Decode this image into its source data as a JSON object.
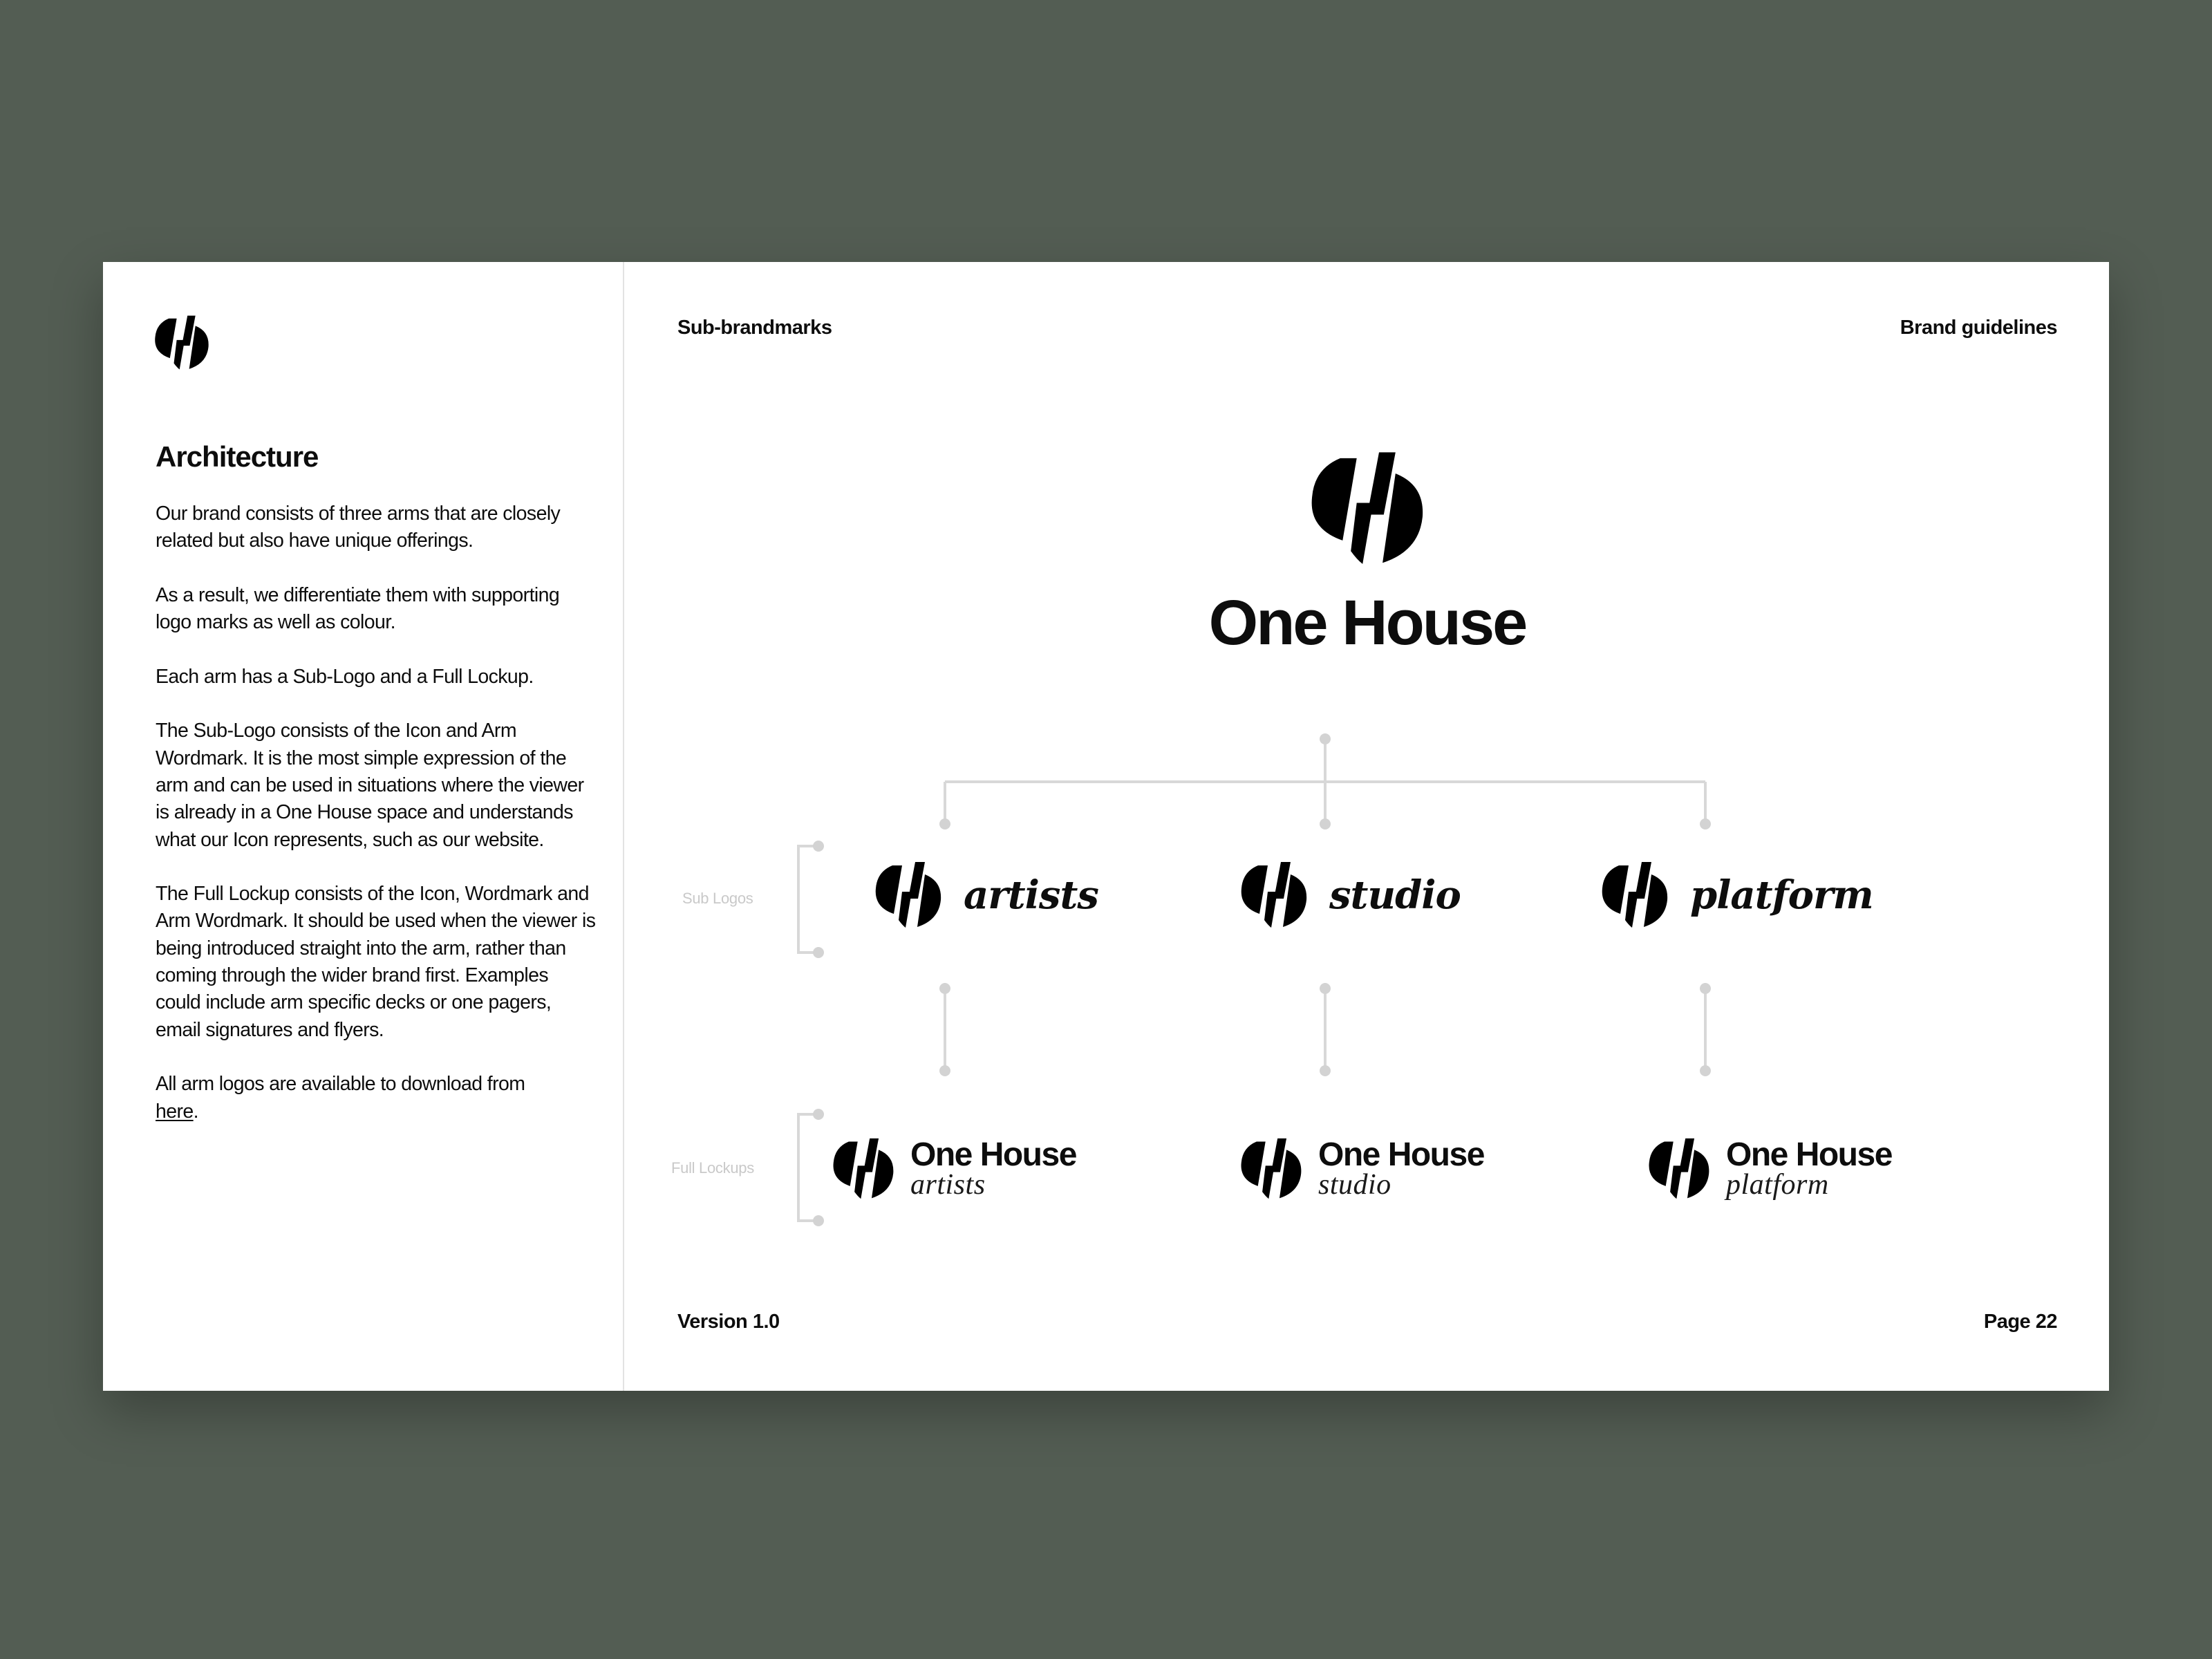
{
  "sidebar": {
    "title": "Architecture",
    "paragraphs": [
      "Our brand consists of three arms that are closely related but also have unique offerings.",
      "As a result, we differentiate them with supporting logo marks as well as colour.",
      "Each arm has a Sub-Logo and a Full Lockup.",
      "The Sub-Logo consists of the Icon and Arm Wordmark. It is the most simple expression of the arm and can be used in situations where the viewer is already in a One House space and understands what our Icon represents, such as our website.",
      "The Full Lockup consists of the Icon, Wordmark and Arm Wordmark. It should be used when the viewer is being introduced straight into the arm, rather than coming through the wider brand first. Examples could include arm specific decks or one pagers, email signatures and flyers."
    ],
    "download_text": "All arm logos are available to download from",
    "download_link": "here",
    "download_end": "."
  },
  "header": {
    "section": "Sub-brandmarks",
    "document": "Brand guidelines"
  },
  "footer": {
    "version": "Version 1.0",
    "page": "Page 22"
  },
  "master": {
    "wordmark": "One House",
    "icon": "one-house-icon"
  },
  "row_labels": {
    "sub_logos": "Sub Logos",
    "full_lockups": "Full Lockups"
  },
  "arms": [
    {
      "name": "artists",
      "wordmark": "One House"
    },
    {
      "name": "studio",
      "wordmark": "One House"
    },
    {
      "name": "platform",
      "wordmark": "One House"
    }
  ],
  "colors": {
    "background": "#535d53",
    "sheet": "#ffffff",
    "ink": "#0d0d0d",
    "connector": "#d8d8d8",
    "muted_label": "#c9c9c9"
  }
}
